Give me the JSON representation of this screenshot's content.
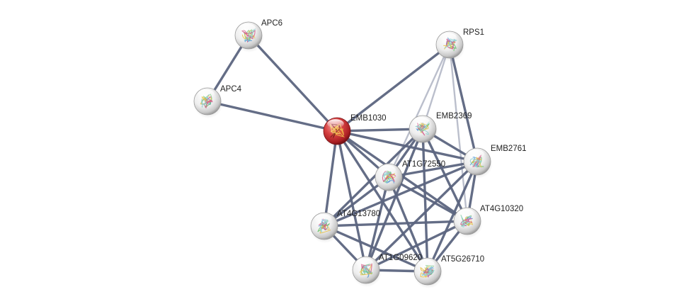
{
  "network": {
    "query_node": "EMB1030",
    "nodes": [
      {
        "id": "APC6",
        "label": "APC6",
        "query": false
      },
      {
        "id": "APC4",
        "label": "APC4",
        "query": false
      },
      {
        "id": "RPS1",
        "label": "RPS1",
        "query": false
      },
      {
        "id": "EMB1030",
        "label": "EMB1030",
        "query": true
      },
      {
        "id": "EMB2369",
        "label": "EMB2369",
        "query": false
      },
      {
        "id": "EMB2761",
        "label": "EMB2761",
        "query": false
      },
      {
        "id": "AT1G72550",
        "label": "AT1G72550",
        "query": false
      },
      {
        "id": "AT4G13780",
        "label": "AT4G13780",
        "query": false
      },
      {
        "id": "AT4G10320",
        "label": "AT4G10320",
        "query": false
      },
      {
        "id": "AT1G09620",
        "label": "AT1G09620",
        "query": false
      },
      {
        "id": "AT5G26710",
        "label": "AT5G26710",
        "query": false
      }
    ],
    "edges": [
      {
        "source": "APC6",
        "target": "APC4",
        "style": "strong"
      },
      {
        "source": "APC6",
        "target": "EMB1030",
        "style": "strong"
      },
      {
        "source": "APC4",
        "target": "EMB1030",
        "style": "strong"
      },
      {
        "source": "RPS1",
        "target": "EMB1030",
        "style": "strong"
      },
      {
        "source": "RPS1",
        "target": "EMB2369",
        "style": "light"
      },
      {
        "source": "RPS1",
        "target": "EMB2761",
        "style": "strong"
      },
      {
        "source": "RPS1",
        "target": "AT1G72550",
        "style": "light"
      },
      {
        "source": "RPS1",
        "target": "AT4G10320",
        "style": "light"
      },
      {
        "source": "EMB1030",
        "target": "EMB2369",
        "style": "strong"
      },
      {
        "source": "EMB1030",
        "target": "EMB2761",
        "style": "strong"
      },
      {
        "source": "EMB1030",
        "target": "AT1G72550",
        "style": "strong"
      },
      {
        "source": "EMB1030",
        "target": "AT4G13780",
        "style": "strong"
      },
      {
        "source": "EMB1030",
        "target": "AT4G10320",
        "style": "strong"
      },
      {
        "source": "EMB1030",
        "target": "AT1G09620",
        "style": "strong"
      },
      {
        "source": "EMB1030",
        "target": "AT5G26710",
        "style": "strong"
      },
      {
        "source": "EMB2369",
        "target": "EMB2761",
        "style": "strong"
      },
      {
        "source": "EMB2369",
        "target": "AT1G72550",
        "style": "strong"
      },
      {
        "source": "EMB2369",
        "target": "AT4G13780",
        "style": "strong"
      },
      {
        "source": "EMB2369",
        "target": "AT4G10320",
        "style": "strong"
      },
      {
        "source": "EMB2369",
        "target": "AT1G09620",
        "style": "strong"
      },
      {
        "source": "EMB2369",
        "target": "AT5G26710",
        "style": "strong"
      },
      {
        "source": "EMB2761",
        "target": "AT1G72550",
        "style": "strong"
      },
      {
        "source": "EMB2761",
        "target": "AT4G13780",
        "style": "strong"
      },
      {
        "source": "EMB2761",
        "target": "AT4G10320",
        "style": "strong"
      },
      {
        "source": "EMB2761",
        "target": "AT1G09620",
        "style": "strong"
      },
      {
        "source": "EMB2761",
        "target": "AT5G26710",
        "style": "strong"
      },
      {
        "source": "AT1G72550",
        "target": "AT4G13780",
        "style": "strong"
      },
      {
        "source": "AT1G72550",
        "target": "AT4G10320",
        "style": "strong"
      },
      {
        "source": "AT1G72550",
        "target": "AT1G09620",
        "style": "strong"
      },
      {
        "source": "AT1G72550",
        "target": "AT5G26710",
        "style": "strong"
      },
      {
        "source": "AT4G13780",
        "target": "AT4G10320",
        "style": "strong"
      },
      {
        "source": "AT4G13780",
        "target": "AT1G09620",
        "style": "strong"
      },
      {
        "source": "AT4G13780",
        "target": "AT5G26710",
        "style": "strong"
      },
      {
        "source": "AT4G10320",
        "target": "AT1G09620",
        "style": "strong"
      },
      {
        "source": "AT4G10320",
        "target": "AT5G26710",
        "style": "strong"
      },
      {
        "source": "AT1G09620",
        "target": "AT5G26710",
        "style": "strong"
      }
    ],
    "colors": {
      "edge_strong": "#5c6580",
      "edge_light": "#b7bcc9",
      "node_query": "#c8282d",
      "node_default": "#e8e8e8",
      "label": "#222222"
    }
  }
}
